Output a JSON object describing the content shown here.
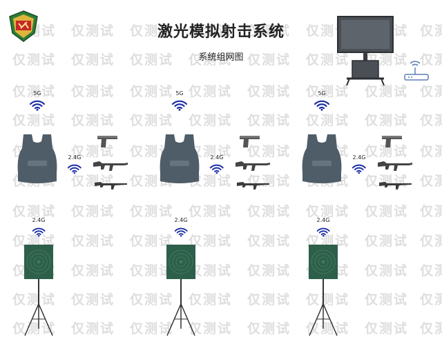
{
  "title": "激光模拟射击系统",
  "subtitle": "系统组网图",
  "watermark": "仅测试",
  "columns": [
    {
      "top_signal": "5G",
      "mid_signal": "2.4G",
      "target_signal": "2.4G"
    },
    {
      "top_signal": "5G",
      "mid_signal": "2.4G",
      "target_signal": "2.4G"
    },
    {
      "top_signal": "5G",
      "mid_signal": "2.4G",
      "target_signal": "2.4G"
    }
  ],
  "colors": {
    "vest": "#4f5d68",
    "target": "#2e5f4a",
    "wifi": "#1a2ea8",
    "emblem_green": "#2e7d3a",
    "emblem_red": "#c62828",
    "emblem_gold": "#e0b43a"
  },
  "icons": [
    "emblem-icon",
    "display-screen-icon",
    "router-icon",
    "wifi-icon",
    "vest-icon",
    "pistol-icon",
    "rifle-icon",
    "target-icon",
    "tripod-icon"
  ]
}
